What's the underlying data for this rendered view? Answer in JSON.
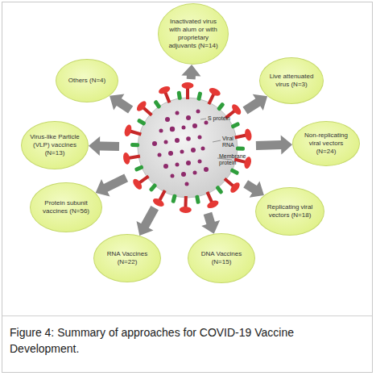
{
  "diagram": {
    "caption": "Figure 4: Summary of approaches for COVID-19 Vaccine Development.",
    "nodes": [
      {
        "text": [
          "S protein",
          "Viral RNA",
          "Membrane protein"
        ]
      },
      {
        "text": [
          "Inactivated virus with alum or with proprietary adjuvants (N=14)"
        ]
      },
      {
        "text": [
          "Live attenuated virus (N=3)"
        ]
      },
      {
        "text": [
          "Non-replicating viral vectors (N=24)"
        ]
      },
      {
        "text": [
          "Replicating viral vectors (N=18)"
        ]
      },
      {
        "text": [
          "DNA Vaccines (N=15)"
        ]
      },
      {
        "text": [
          "RNA Vaccines (N=22)"
        ]
      },
      {
        "text": [
          "Protein subunit vaccines (N=56)"
        ]
      },
      {
        "text": [
          "Virus-like Particle (VLP) vaccines (N=13)"
        ]
      },
      {
        "text": [
          "Others (N=4)"
        ]
      }
    ],
    "edges": [
      {
        "from": 0,
        "to": 1,
        "arrow": "to"
      },
      {
        "from": 0,
        "to": 2,
        "arrow": "to"
      },
      {
        "from": 0,
        "to": 3,
        "arrow": "to"
      },
      {
        "from": 0,
        "to": 4,
        "arrow": "to"
      },
      {
        "from": 0,
        "to": 5,
        "arrow": "to"
      },
      {
        "from": 0,
        "to": 6,
        "arrow": "to"
      },
      {
        "from": 0,
        "to": 7,
        "arrow": "to"
      },
      {
        "from": 0,
        "to": 8,
        "arrow": "to"
      },
      {
        "from": 0,
        "to": 9,
        "arrow": "to"
      }
    ]
  }
}
